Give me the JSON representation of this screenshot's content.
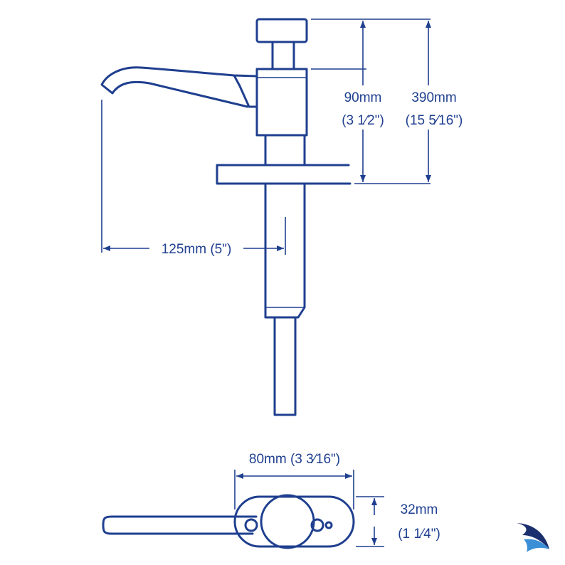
{
  "dimensions": {
    "height_upper": {
      "metric": "90mm",
      "imperial": "(3 1⁄2\")"
    },
    "height_total": {
      "metric": "390mm",
      "imperial": "(15 5⁄16\")"
    },
    "spout_reach": "125mm (5\")",
    "plate_width": "80mm (3 3⁄16\")",
    "plate_depth": {
      "metric": "32mm",
      "imperial": "(1 1⁄4\")"
    }
  },
  "colors": {
    "line": "#1f3f8f",
    "logo_dark": "#1c2f6e",
    "logo_light": "#3b8fd6"
  },
  "icons": [
    "brand-logo-icon"
  ]
}
